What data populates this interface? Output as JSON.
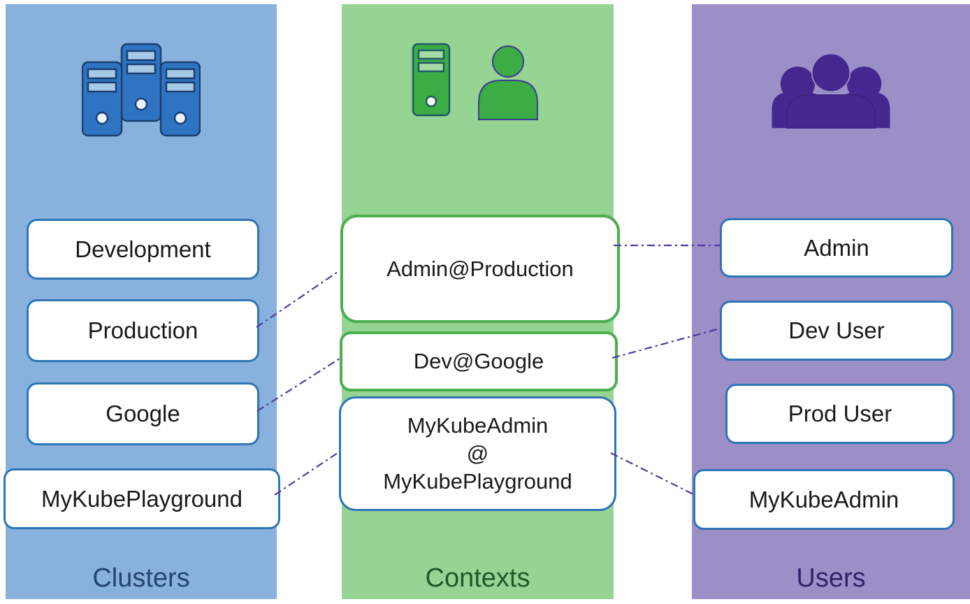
{
  "diagram_title": "kubeconfig clusters, contexts and users mapping",
  "columns": [
    {
      "id": "clusters",
      "title": "Clusters",
      "icon": "server-cluster-icon",
      "bg_color": "#88B2DD",
      "title_color": "#24456E",
      "items": [
        {
          "label": "Development",
          "border_color": "#2E75B6"
        },
        {
          "label": "Production",
          "border_color": "#2E75B6"
        },
        {
          "label": "Google",
          "border_color": "#2E75B6"
        },
        {
          "label": "MyKubePlayground",
          "border_color": "#2E75B6"
        }
      ]
    },
    {
      "id": "contexts",
      "title": "Contexts",
      "icon": "server-user-icon",
      "bg_color": "#96D494",
      "title_color": "#20592C",
      "items": [
        {
          "label": "Admin@Production",
          "border_color": "#4BAE4F"
        },
        {
          "label": "Dev@Google",
          "border_color": "#4BAE4F"
        },
        {
          "label": "MyKubeAdmin @ MyKubePlayground",
          "label_lines": [
            "MyKubeAdmin",
            "@",
            "MyKubePlayground"
          ],
          "border_color": "#2E75B6"
        }
      ]
    },
    {
      "id": "users",
      "title": "Users",
      "icon": "people-group-icon",
      "bg_color": "#9C8EC6",
      "title_color": "#33216B",
      "items": [
        {
          "label": "Admin",
          "border_color": "#2E75B6"
        },
        {
          "label": "Dev User",
          "border_color": "#2E75B6"
        },
        {
          "label": "Prod User",
          "border_color": "#2E75B6"
        },
        {
          "label": "MyKubeAdmin",
          "border_color": "#2E75B6"
        }
      ]
    }
  ],
  "connections": [
    {
      "from": "Production",
      "to": "Admin@Production"
    },
    {
      "from": "Admin@Production",
      "to": "Admin"
    },
    {
      "from": "Google",
      "to": "Dev@Google"
    },
    {
      "from": "Dev@Google",
      "to": "Dev User"
    },
    {
      "from": "MyKubePlayground",
      "to": "MyKubeAdmin @ MyKubePlayground"
    },
    {
      "from": "MyKubeAdmin @ MyKubePlayground",
      "to": "MyKubeAdmin"
    }
  ],
  "connector_style": {
    "color": "#5437A0",
    "pattern": "dash-dot"
  },
  "icon_colors": {
    "cluster_fill": "#2E74C3",
    "cluster_stroke": "#1C3E6E",
    "cluster_slot": "#A7C9E8",
    "context_fill": "#3BAD44",
    "context_server_stroke": "#215868",
    "context_person_stroke": "#403B94",
    "users_fill": "#44278F"
  }
}
